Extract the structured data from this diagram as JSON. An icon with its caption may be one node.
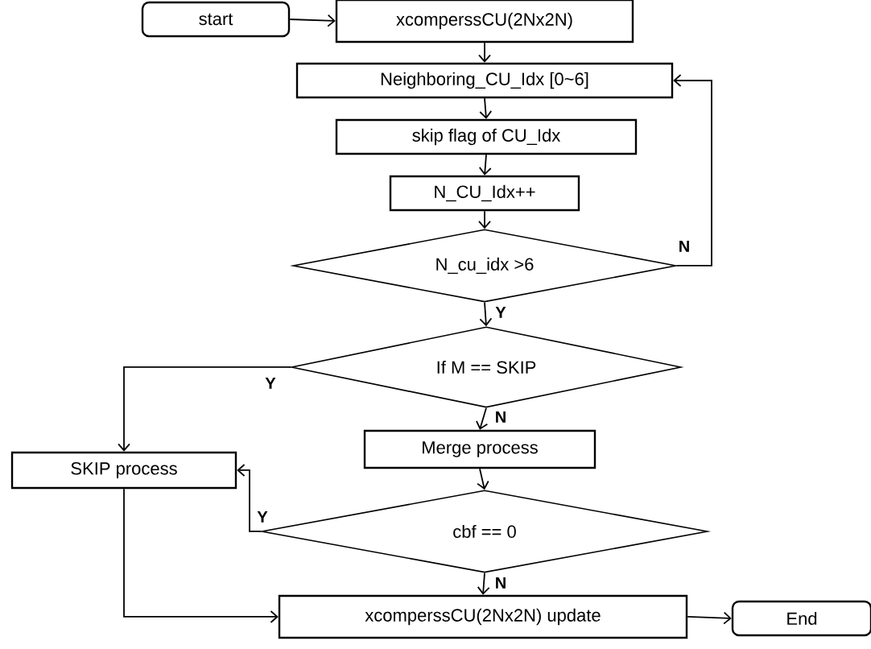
{
  "diagram": {
    "nodes": [
      {
        "text": [
          "start"
        ]
      },
      {
        "text": [
          "xcomperssCU(2Nx2N)"
        ]
      },
      {
        "text": [
          "Neighboring_CU_Idx [0~6]"
        ]
      },
      {
        "text": [
          "skip flag of CU_Idx"
        ]
      },
      {
        "text": [
          "N_CU_Idx++"
        ]
      },
      {
        "text": [
          "N_cu_idx >6"
        ]
      },
      {
        "text": [
          "If M == SKIP"
        ]
      },
      {
        "text": [
          "Merge process"
        ]
      },
      {
        "text": [
          "SKIP process"
        ]
      },
      {
        "text": [
          "cbf == 0"
        ]
      },
      {
        "text": [
          "xcomperssCU(2Nx2N) update"
        ]
      },
      {
        "text": [
          "End"
        ]
      }
    ],
    "edges": [
      {
        "from": 0,
        "to": 1,
        "arrow": "to"
      },
      {
        "from": 1,
        "to": 2,
        "arrow": "to"
      },
      {
        "from": 2,
        "to": 3,
        "arrow": "to"
      },
      {
        "from": 3,
        "to": 4,
        "arrow": "to"
      },
      {
        "from": 4,
        "to": 5,
        "arrow": "to"
      },
      {
        "from": 5,
        "to": 2,
        "arrow": "to",
        "label": "N"
      },
      {
        "from": 5,
        "to": 6,
        "arrow": "to",
        "label": "Y"
      },
      {
        "from": 6,
        "to": 8,
        "arrow": "to",
        "label": "Y"
      },
      {
        "from": 6,
        "to": 7,
        "arrow": "to",
        "label": "N"
      },
      {
        "from": 7,
        "to": 9,
        "arrow": "to"
      },
      {
        "from": 9,
        "to": 8,
        "arrow": "to",
        "label": "Y"
      },
      {
        "from": 9,
        "to": 10,
        "arrow": "to",
        "label": "N"
      },
      {
        "from": 8,
        "to": 10,
        "arrow": "to"
      },
      {
        "from": 10,
        "to": 11,
        "arrow": "to"
      }
    ]
  }
}
